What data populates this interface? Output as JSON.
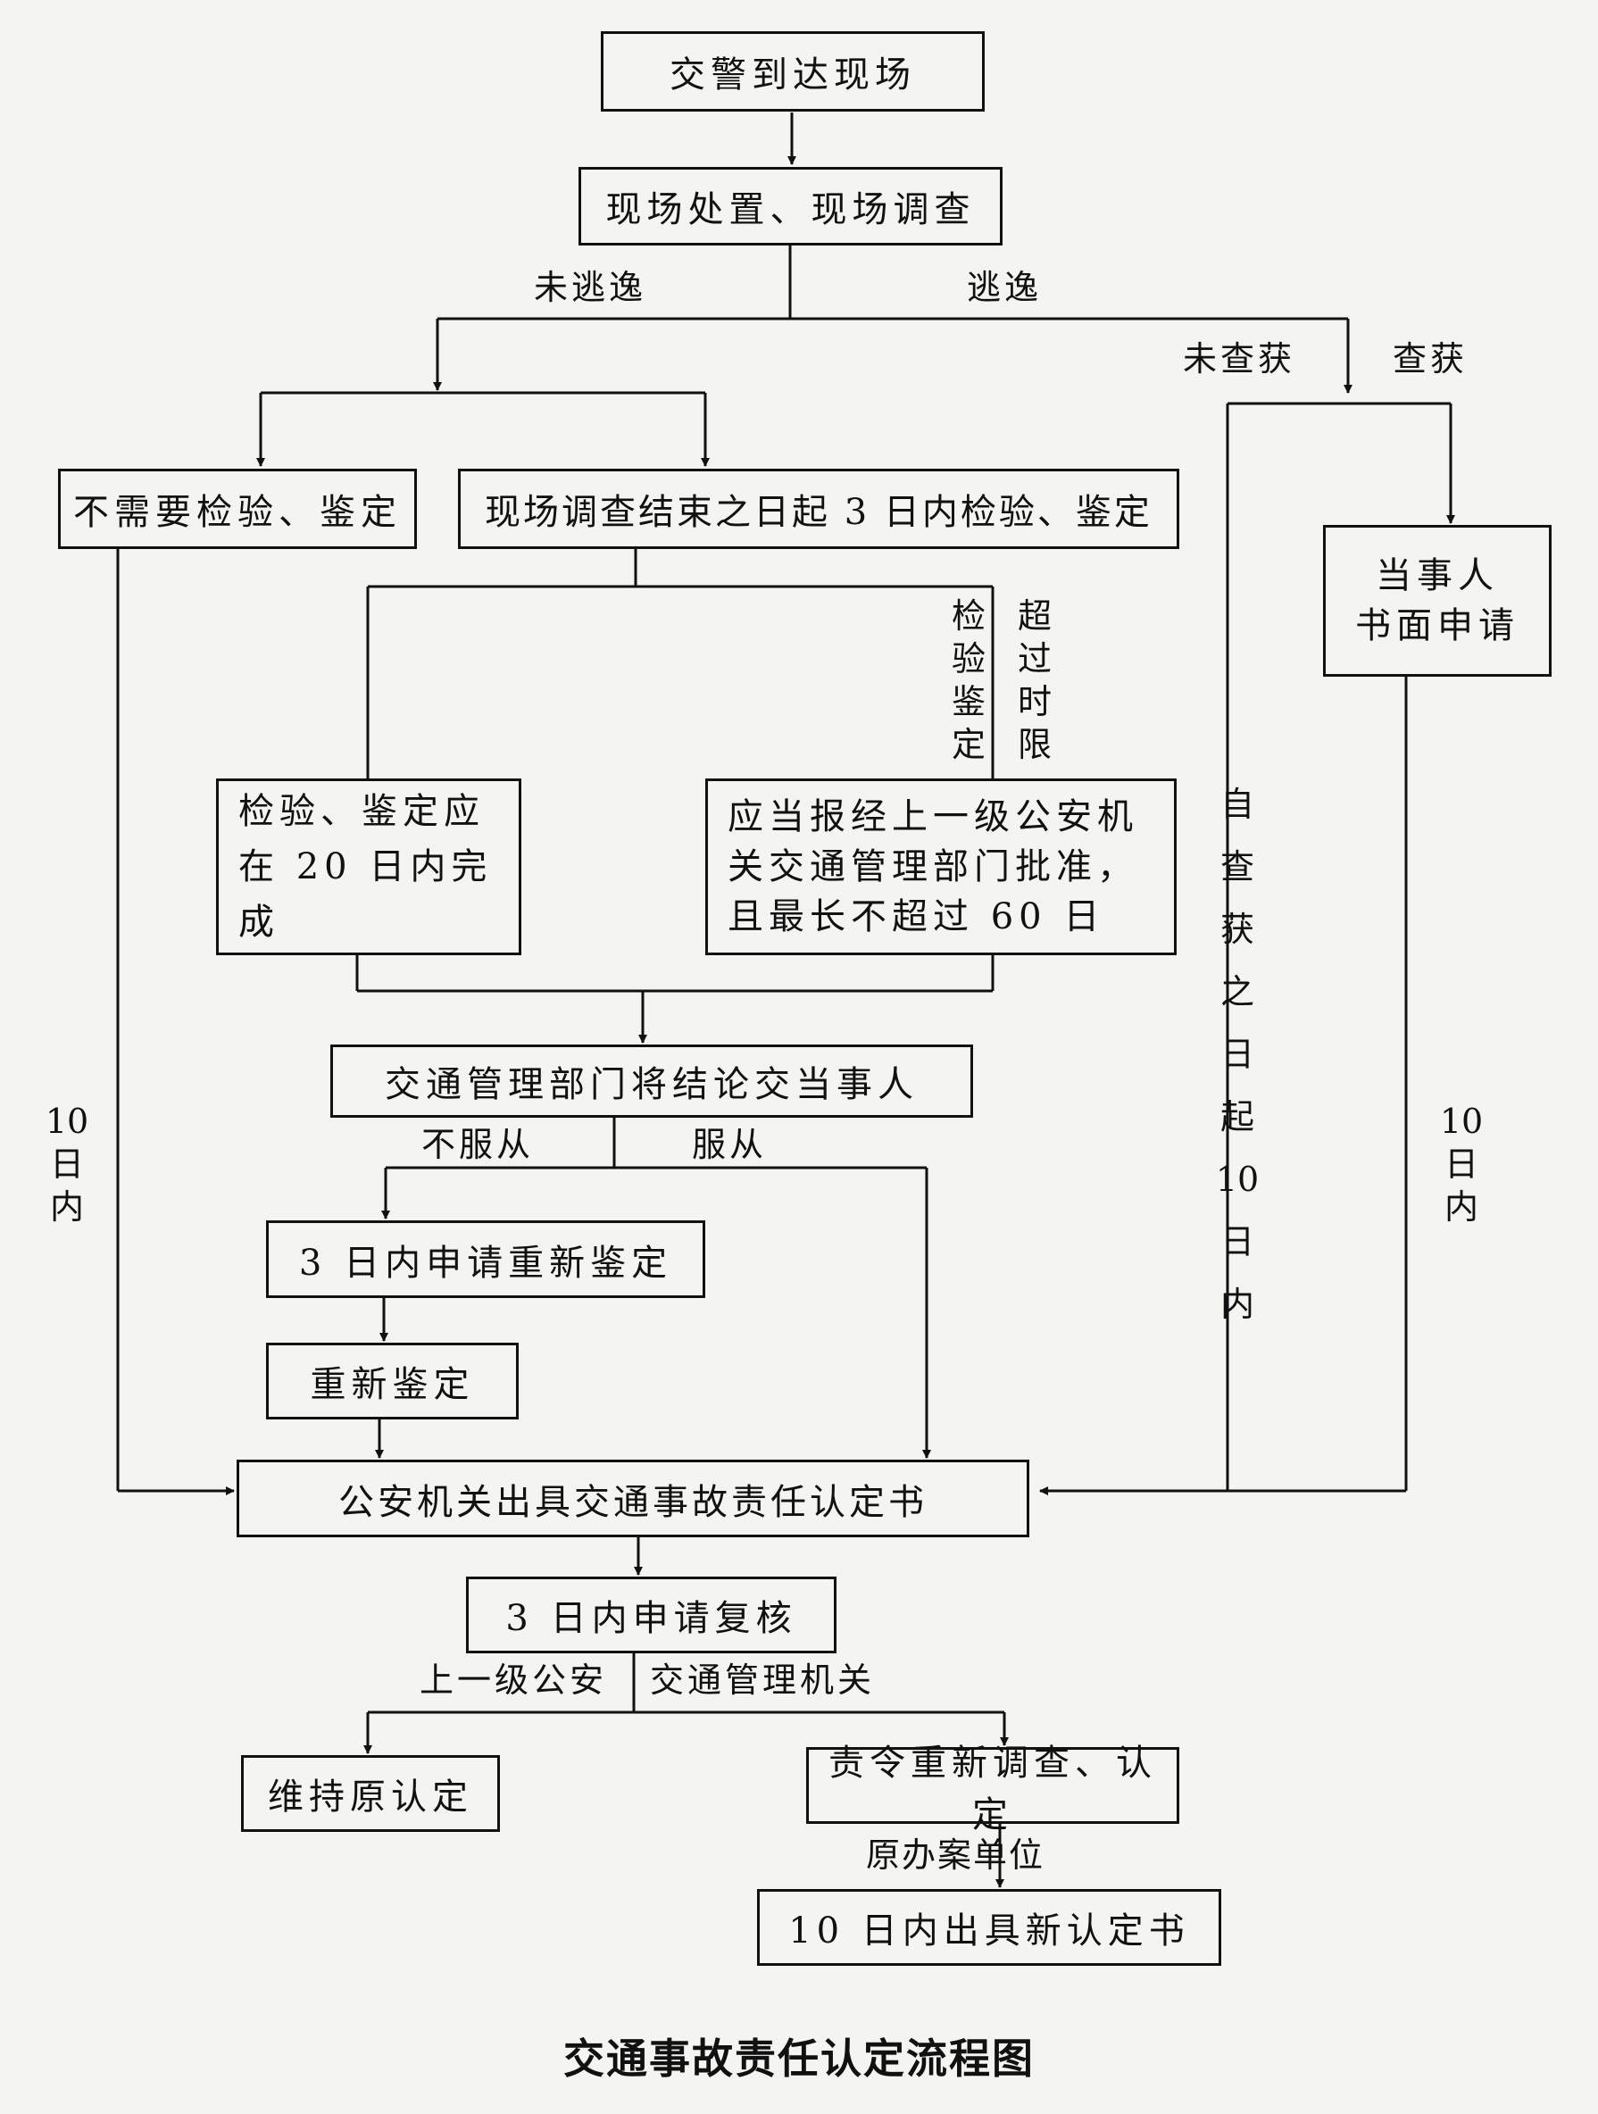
{
  "title": "交通事故责任认定流程图",
  "nodes": {
    "arrive": "交警到达现场",
    "investigate": "现场处置、现场调查",
    "no_test": "不需要检验、鉴定",
    "test_3days": "现场调查结束之日起 3 日内检验、鉴定",
    "party_apply_line1": "当事人",
    "party_apply_line2": "书面申请",
    "complete_20": "检验、鉴定应在 20 日内完成",
    "over_limit": "应当报经上一级公安机关交通管理部门批准，且最长不超过 60 日",
    "deliver": "交通管理部门将结论交当事人",
    "reapply": "3 日内申请重新鉴定",
    "reappraise": "重新鉴定",
    "issue": "公安机关出具交通事故责任认定书",
    "review": "3 日内申请复核",
    "keep": "维持原认定",
    "order": "责令重新调查、认定",
    "new_issue": "10 日内出具新认定书"
  },
  "labels": {
    "not_escaped": "未逃逸",
    "escaped": "逃逸",
    "not_caught": "未查获",
    "caught": "查获",
    "test_appraise": "检验鉴定",
    "over_time": "超过时限",
    "within_10_left": "10日内",
    "from_caught": "自查获之日起10日内",
    "within_10_right": "10日内",
    "disagree": "不服从",
    "agree": "服从",
    "upper_police": "上一级公安",
    "traffic_authority": "交通管理机关",
    "original_unit": "原办案单位"
  }
}
